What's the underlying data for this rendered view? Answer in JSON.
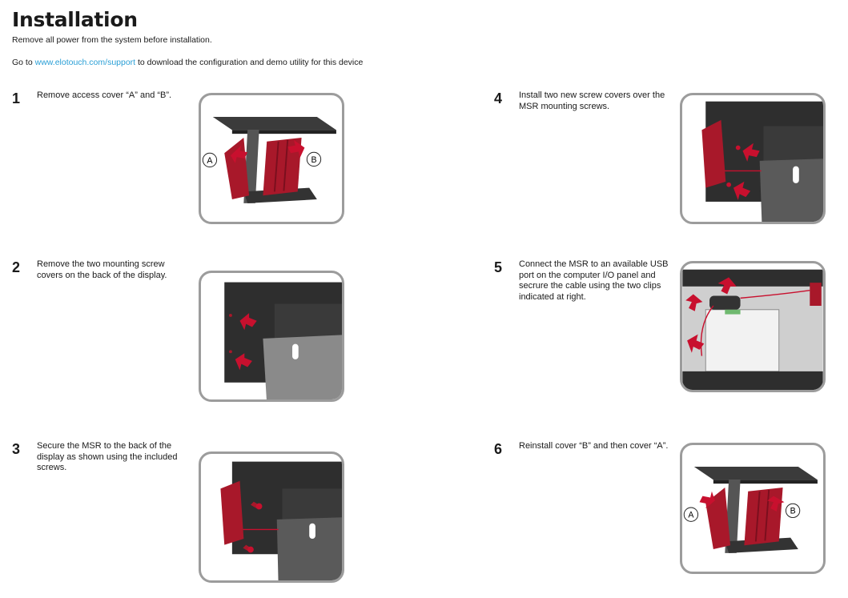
{
  "page": {
    "title": "Installation",
    "intro": "Remove all power from the system before installation.",
    "goto_prefix": "Go to ",
    "goto_link": "www.elotouch.com/support",
    "goto_suffix": " to download the configuration and demo utility for this device"
  },
  "steps": [
    {
      "number": "1",
      "text": "Remove access cover “A” and “B”.",
      "callouts": [
        "A",
        "B"
      ]
    },
    {
      "number": "2",
      "text": "Remove the two mounting screw covers on the back of the display."
    },
    {
      "number": "3",
      "text": "Secure the MSR to the back of the display as shown using the included screws."
    },
    {
      "number": "4",
      "text": "Install two new screw covers over the MSR mounting screws."
    },
    {
      "number": "5",
      "text": "Connect the MSR to an available USB port on the computer I/O panel and secrure the cable using the two clips indicated at right."
    },
    {
      "number": "6",
      "text": "Reinstall cover “B” and then cover “A”.",
      "callouts": [
        "A",
        "B"
      ]
    }
  ],
  "colors": {
    "accent_red": "#c8102e",
    "link": "#2a9fd6",
    "frame": "#9c9c9c"
  }
}
